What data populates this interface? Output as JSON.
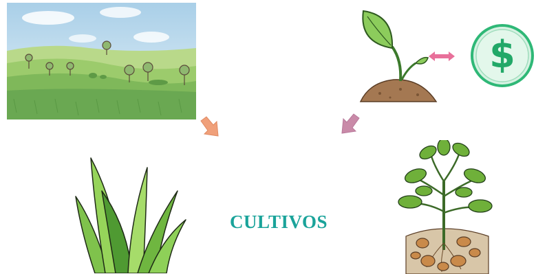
{
  "title": "CULTIVOS",
  "icons": {
    "landscape": "farmland-landscape-illustration",
    "sprout": "sprout-in-soil-illustration",
    "exchange": "double-arrow-icon",
    "coin": "dollar-coin-icon",
    "grass": "grass-illustration",
    "potato_plant": "potato-plant-with-tubers-illustration",
    "arrow_left": "arrow-down-right-icon",
    "arrow_right": "arrow-down-left-icon"
  },
  "coin_symbol": "$",
  "colors": {
    "title": "#1aa39a",
    "arrow_left": "#f0a07a",
    "arrow_right": "#c98aa8",
    "exchange": "#e8709a",
    "coin": "#2fb877"
  }
}
